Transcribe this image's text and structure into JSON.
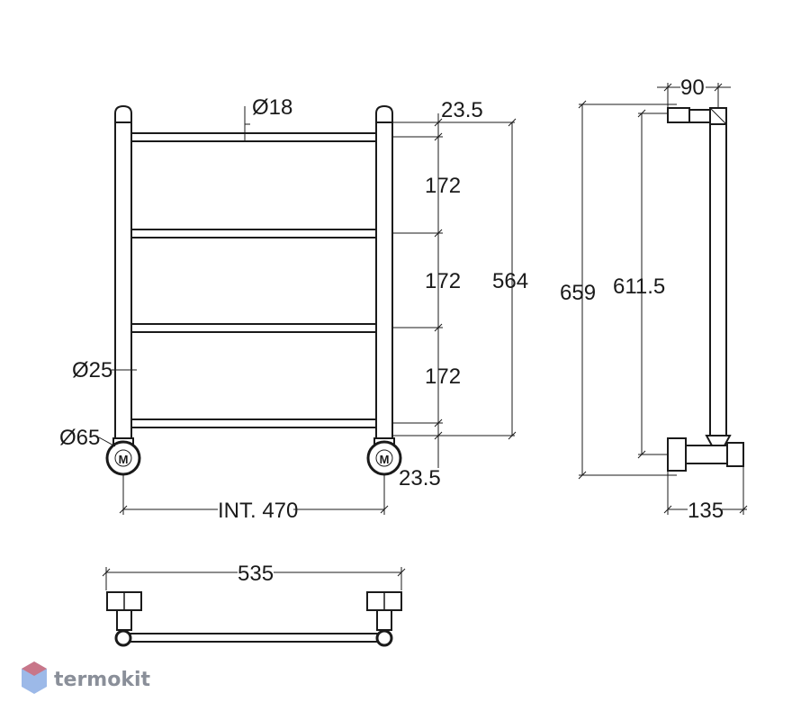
{
  "dimensions": {
    "tube_diameter": "Ø18",
    "upright_diameter": "Ø25",
    "base_diameter": "Ø65",
    "top_offset": "23.5",
    "spacing_1": "172",
    "spacing_2": "172",
    "spacing_3": "172",
    "bottom_offset": "23.5",
    "rail_span": "564",
    "interior_width": "INT. 470",
    "overall_height": "659",
    "side_height": "611.5",
    "top_depth": "90",
    "bottom_depth": "135",
    "overall_width": "535"
  },
  "watermark": {
    "brand": "termokit",
    "brand_colors": [
      "#e64a4a",
      "#4a7fd6"
    ]
  }
}
